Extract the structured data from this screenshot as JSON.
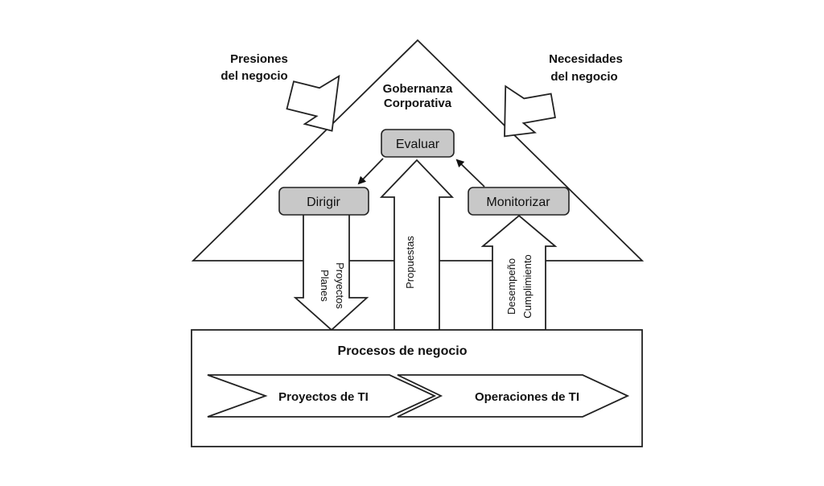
{
  "governance": {
    "title_line1": "Gobernanza",
    "title_line2": "Corporativa"
  },
  "pressures": {
    "line1": "Presiones",
    "line2": "del negocio"
  },
  "needs": {
    "line1": "Necesidades",
    "line2": "del negocio"
  },
  "boxes": {
    "evaluate": "Evaluar",
    "direct": "Dirigir",
    "monitor": "Monitorizar"
  },
  "flows": {
    "plans": "Planes",
    "projects": "Proyectos",
    "proposals": "Propuestas",
    "performance": "Desempeño",
    "compliance": "Cumplimiento"
  },
  "processes": {
    "title": "Procesos de negocio",
    "stage1": "Proyectos de TI",
    "stage2": "Operaciones de TI"
  },
  "colors": {
    "box_fill": "#c8c8c8",
    "stroke": "#222222",
    "background": "#ffffff"
  }
}
